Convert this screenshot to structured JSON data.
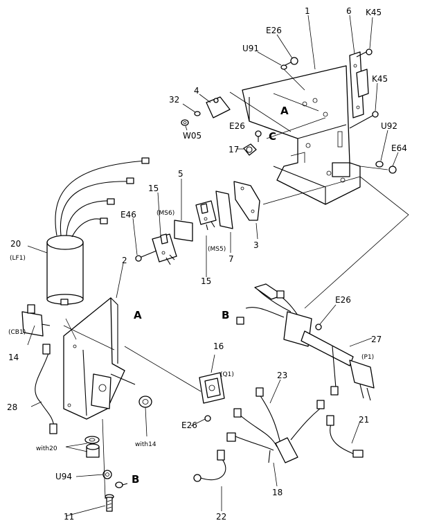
{
  "labels": {
    "l1": "1",
    "l6": "6",
    "lK45a": "K45",
    "lE26a": "E26",
    "lU91": "U91",
    "lK45b": "K45",
    "l4": "4",
    "l32": "32",
    "lA1": "A",
    "lE26b": "E26",
    "lC": "C",
    "lU92": "U92",
    "lE64": "E64",
    "lW05": "W05",
    "l17": "17",
    "l5": "5",
    "l15a": "15",
    "lMS6": "(MS6)",
    "lE46": "E46",
    "l20": "20",
    "lLF1": "(LF1)",
    "lMS5": "(MS5)",
    "l15b": "15",
    "l7": "7",
    "l3": "3",
    "l2": "2",
    "lA2": "A",
    "lCB1": "(CB1)",
    "l14": "14",
    "lB1": "B",
    "lE26c": "E26",
    "l27": "27",
    "lP1": "(P1)",
    "l16": "16",
    "lQ1": "(Q1)",
    "l23": "23",
    "l28": "28",
    "lwith14": "with14",
    "lwith20": "with20",
    "lE26d": "E26",
    "l21": "21",
    "lU94": "U94",
    "lB2": "B",
    "l18": "18",
    "l11": "11",
    "l22": "22"
  }
}
